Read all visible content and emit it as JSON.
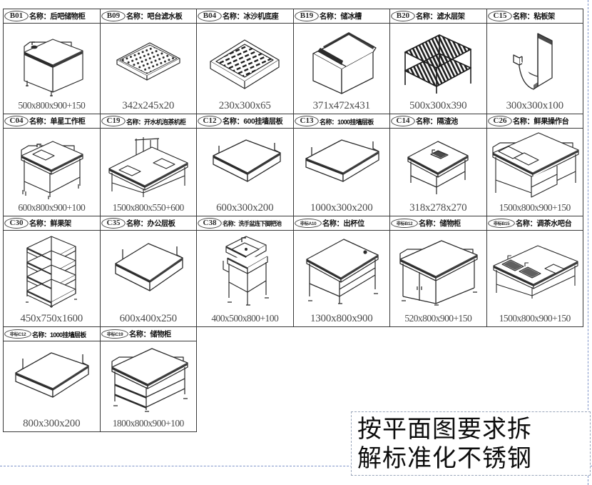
{
  "sheet": {
    "rows": [
      {
        "cells": [
          {
            "code": "B01",
            "code_kind": "circle",
            "label": "名称：后吧储物柜",
            "dim": "500x800x900+150",
            "art": "cabinet-with-sink-splash"
          },
          {
            "code": "B09",
            "code_kind": "circle",
            "label": "名称：吧台滤水板",
            "dim": "342x245x20",
            "art": "perforated-drain-board"
          },
          {
            "code": "B04",
            "code_kind": "circle",
            "label": "名称：冰沙机底座",
            "dim": "230x300x65",
            "art": "slotted-base-tray"
          },
          {
            "code": "B19",
            "code_kind": "circle",
            "label": "名称：储冰槽",
            "dim": "371x472x431",
            "art": "ice-bin-with-lid"
          },
          {
            "code": "B20",
            "code_kind": "circle",
            "label": "名称：滤水层架",
            "dim": "500x300x390",
            "art": "two-tier-drain-rack"
          },
          {
            "code": "C15",
            "code_kind": "circle",
            "label": "名称：粘板架",
            "dim": "300x300x100",
            "art": "cutting-board-holder"
          }
        ]
      },
      {
        "cells": [
          {
            "code": "C04",
            "code_kind": "circle",
            "label": "名称：单星工作柜",
            "dim": "600x800x900+100",
            "art": "single-sink-bench"
          },
          {
            "code": "C19",
            "code_kind": "circle",
            "label": "名称：开水机泡茶机柜",
            "dim": "1500x800x550+600",
            "art": "water-boiler-tea-cabinet"
          },
          {
            "code": "C12",
            "code_kind": "circle",
            "label": "名称：600挂墙层板",
            "dim": "600x300x200",
            "art": "wall-shelf"
          },
          {
            "code": "C13",
            "code_kind": "circle",
            "label": "名称：1000挂墙层板",
            "dim": "1000x300x200",
            "art": "wall-shelf-wide"
          },
          {
            "code": "C14",
            "code_kind": "circle",
            "label": "名称：隔渣池",
            "dim": "318x278x270",
            "art": "residue-trap-stand"
          },
          {
            "code": "C26",
            "code_kind": "circle",
            "label": "名称：鲜果操作台",
            "dim": "1500x800x900+150",
            "art": "fruit-prep-counter"
          }
        ]
      },
      {
        "cells": [
          {
            "code": "C30",
            "code_kind": "circle",
            "label": "名称：鲜果架",
            "dim": "450x750x1600",
            "art": "fruit-shelf-tall"
          },
          {
            "code": "C35",
            "code_kind": "circle",
            "label": "名称：办公层板",
            "dim": "600x400x250",
            "art": "office-shelf"
          },
          {
            "code": "C38",
            "code_kind": "circle",
            "label": "名称：洗手盆连下脚把池",
            "dim": "400x500x800+100",
            "art": "hand-wash-basin-stand"
          },
          {
            "code": "非标A10",
            "code_kind": "oval-small",
            "label": "名称：出杯位",
            "dim": "1300x800x900",
            "art": "cup-station-table"
          },
          {
            "code": "非标B12",
            "code_kind": "oval-small",
            "label": "名称：储物柜",
            "dim": "520x800x900+150",
            "art": "storage-cabinet-doors"
          },
          {
            "code": "非标B15",
            "code_kind": "oval-small",
            "label": "名称：调茶水吧台",
            "dim": "1500x800x900+150",
            "art": "tea-mixing-bar-counter"
          }
        ]
      },
      {
        "cells": [
          {
            "code": "非标C12",
            "code_kind": "oval-small",
            "label": "名称：1000挂墙层板",
            "dim": "800x300x200",
            "art": "wall-shelf-wide"
          },
          {
            "code": "非标C19",
            "code_kind": "oval-small",
            "label": "名称：储物柜",
            "dim": "1800x800x900+100",
            "art": "open-shelf-bench"
          },
          {
            "code": "",
            "code_kind": "none",
            "label": "",
            "dim": "",
            "art": "none"
          },
          {
            "code": "",
            "code_kind": "none",
            "label": "",
            "dim": "",
            "art": "none"
          },
          {
            "code": "",
            "code_kind": "none",
            "label": "",
            "dim": "",
            "art": "none"
          },
          {
            "code": "",
            "code_kind": "none",
            "label": "",
            "dim": "",
            "art": "none"
          }
        ]
      }
    ]
  },
  "callout": {
    "line1": "按平面图要求拆",
    "line2": "解标准化不锈钢"
  },
  "colors": {
    "line": "#3a3a3a",
    "dim_text": "#4b4b4b",
    "callout_border": "#9aa6bb",
    "guide_blue": "#7e93c9"
  }
}
